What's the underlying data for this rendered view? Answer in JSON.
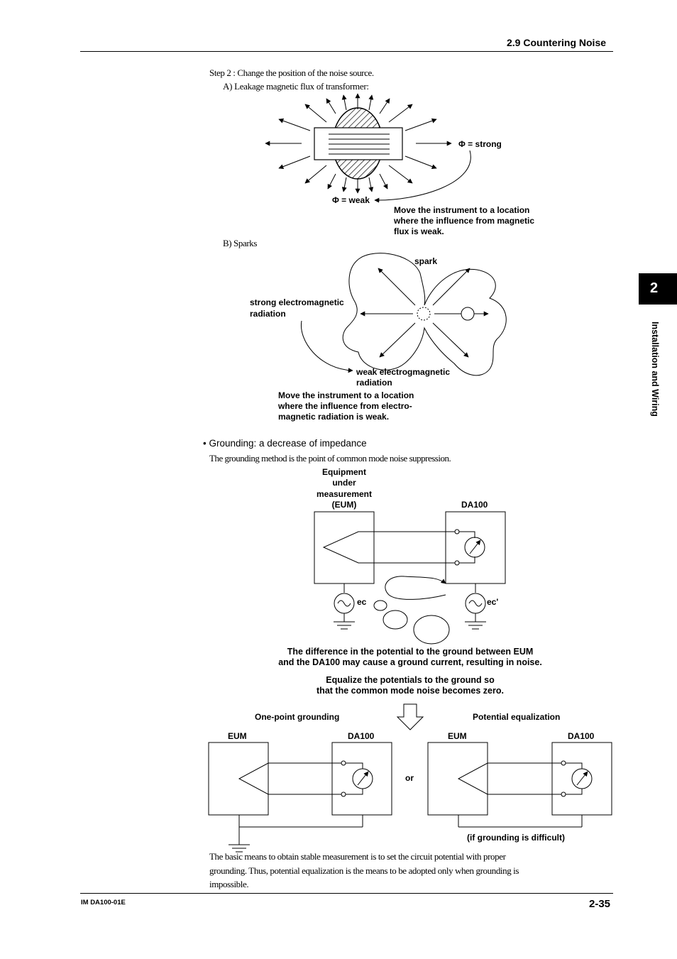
{
  "header": {
    "section": "2.9  Countering Noise"
  },
  "side_tab": {
    "number": "2",
    "label": "Installation and Wiring"
  },
  "step2": {
    "title": "Step 2 : Change the position of the noise source.",
    "a_title": "A) Leakage magnetic flux of transformer:",
    "phi_strong": "Φ = strong",
    "phi_weak": "Φ = weak",
    "a_note": [
      "Move the instrument to a location",
      "where the influence from magnetic",
      "flux is weak."
    ],
    "b_title": "B) Sparks",
    "spark": "spark",
    "strong_em": [
      "strong electromagnetic",
      "radiation"
    ],
    "weak_em": [
      "weak electrogmagnetic",
      "radiation"
    ],
    "b_note": [
      "Move the instrument to a location",
      "where the influence from electro-",
      "magnetic radiation is weak."
    ]
  },
  "grounding": {
    "bullet": "• Grounding: a decrease of impedance",
    "intro": "The grounding method is the point of common mode noise suppression.",
    "eum_label": [
      "Equipment",
      "under",
      "measurement",
      "(EUM)"
    ],
    "da100": "DA100",
    "ec": "ec",
    "ec_prime": "ec'",
    "caption1": [
      "The difference in the potential to the ground between EUM",
      "and the DA100 may cause a ground current, resulting in noise."
    ],
    "caption2": [
      "Equalize the potentials to the ground so",
      "that the common mode noise becomes zero."
    ],
    "one_point": "One-point grounding",
    "potential_eq": "Potential equalization",
    "eum": "EUM",
    "or": "or",
    "if_difficult": "(if grounding is difficult)",
    "closing": [
      "The basic means to obtain stable measurement is to set the circuit potential with proper",
      "grounding. Thus, potential equalization is the means to be adopted only when grounding is",
      "impossible."
    ]
  },
  "footer": {
    "doc_id": "IM DA100-01E",
    "page": "2-35"
  }
}
